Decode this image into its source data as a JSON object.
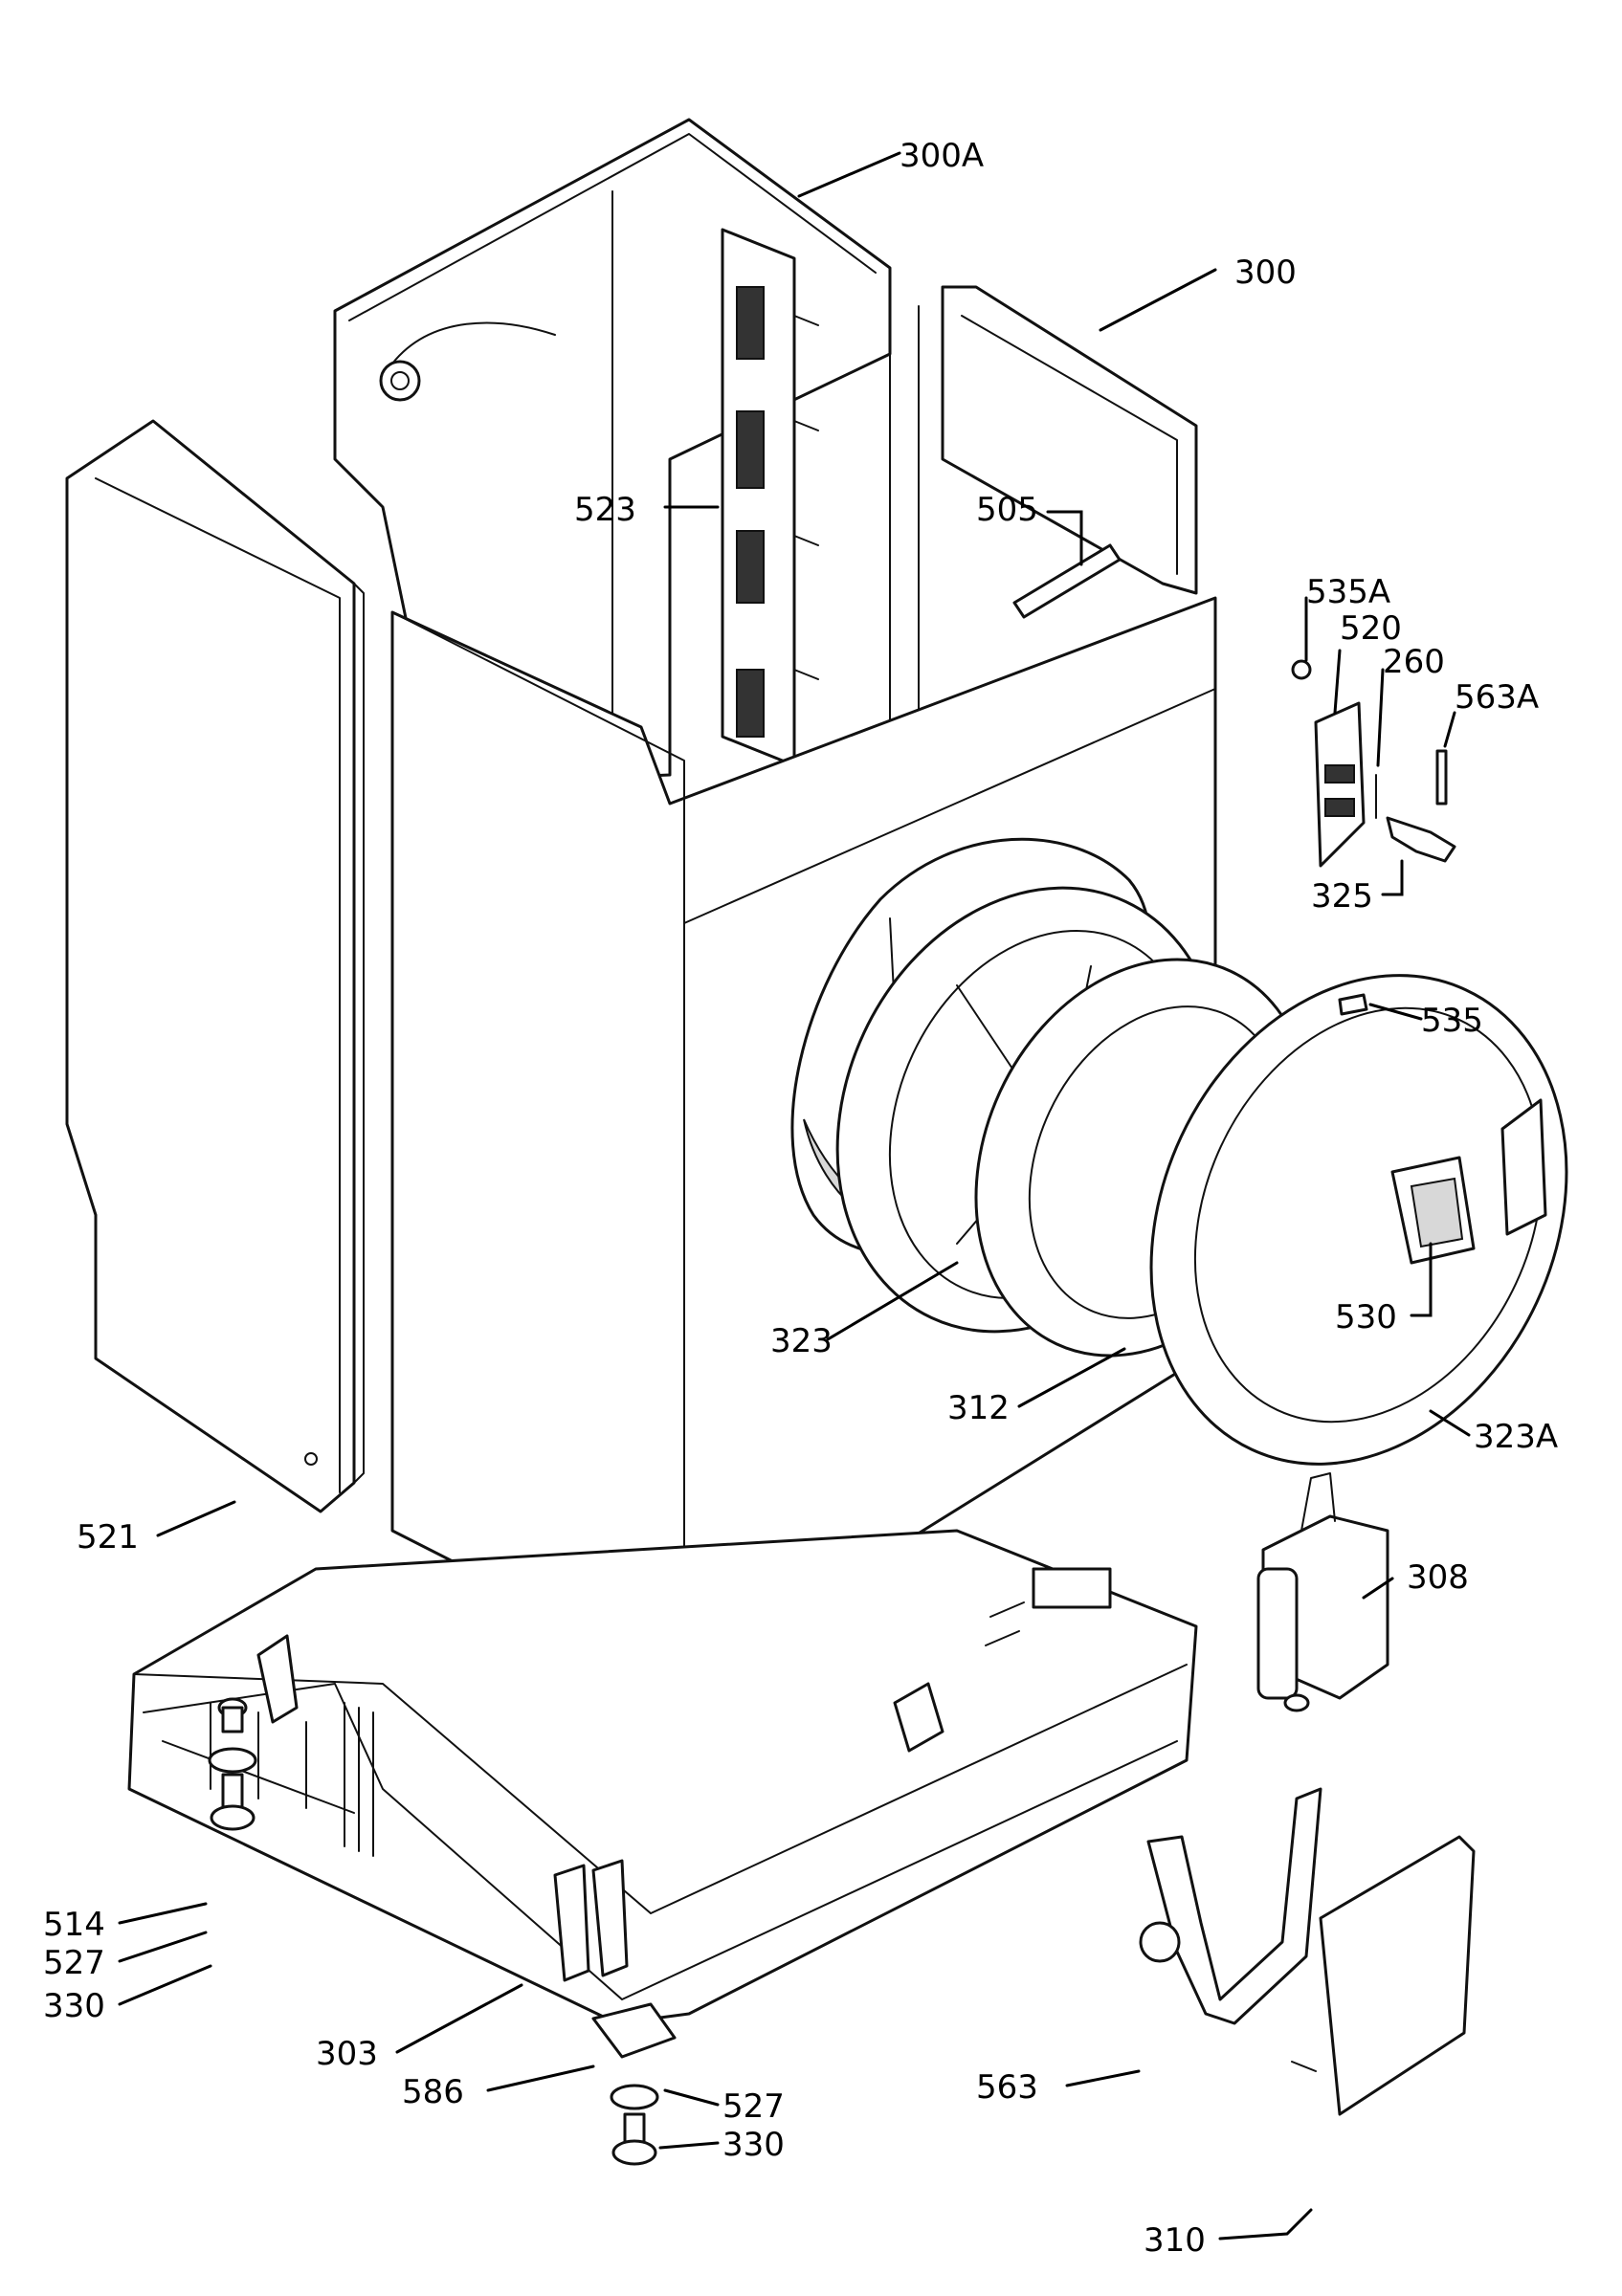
{
  "colors": {
    "line": "#111111",
    "background": "#ffffff",
    "shade": "#d8d8d8"
  },
  "callouts": [
    {
      "id": "c300A",
      "text": "300A"
    },
    {
      "id": "c300",
      "text": "300"
    },
    {
      "id": "c523",
      "text": "523"
    },
    {
      "id": "c505",
      "text": "505"
    },
    {
      "id": "c535A",
      "text": "535A"
    },
    {
      "id": "c520",
      "text": "520"
    },
    {
      "id": "c260",
      "text": "260"
    },
    {
      "id": "c563A",
      "text": "563A"
    },
    {
      "id": "c325",
      "text": "325"
    },
    {
      "id": "c535",
      "text": "535"
    },
    {
      "id": "c530",
      "text": "530"
    },
    {
      "id": "c323",
      "text": "323"
    },
    {
      "id": "c312",
      "text": "312"
    },
    {
      "id": "c323A",
      "text": "323A"
    },
    {
      "id": "c521",
      "text": "521"
    },
    {
      "id": "c308",
      "text": "308"
    },
    {
      "id": "c514",
      "text": "514"
    },
    {
      "id": "c527a",
      "text": "527"
    },
    {
      "id": "c330a",
      "text": "330"
    },
    {
      "id": "c303",
      "text": "303"
    },
    {
      "id": "c586",
      "text": "586"
    },
    {
      "id": "c527b",
      "text": "527"
    },
    {
      "id": "c330b",
      "text": "330"
    },
    {
      "id": "c563",
      "text": "563"
    },
    {
      "id": "c310",
      "text": "310"
    }
  ]
}
